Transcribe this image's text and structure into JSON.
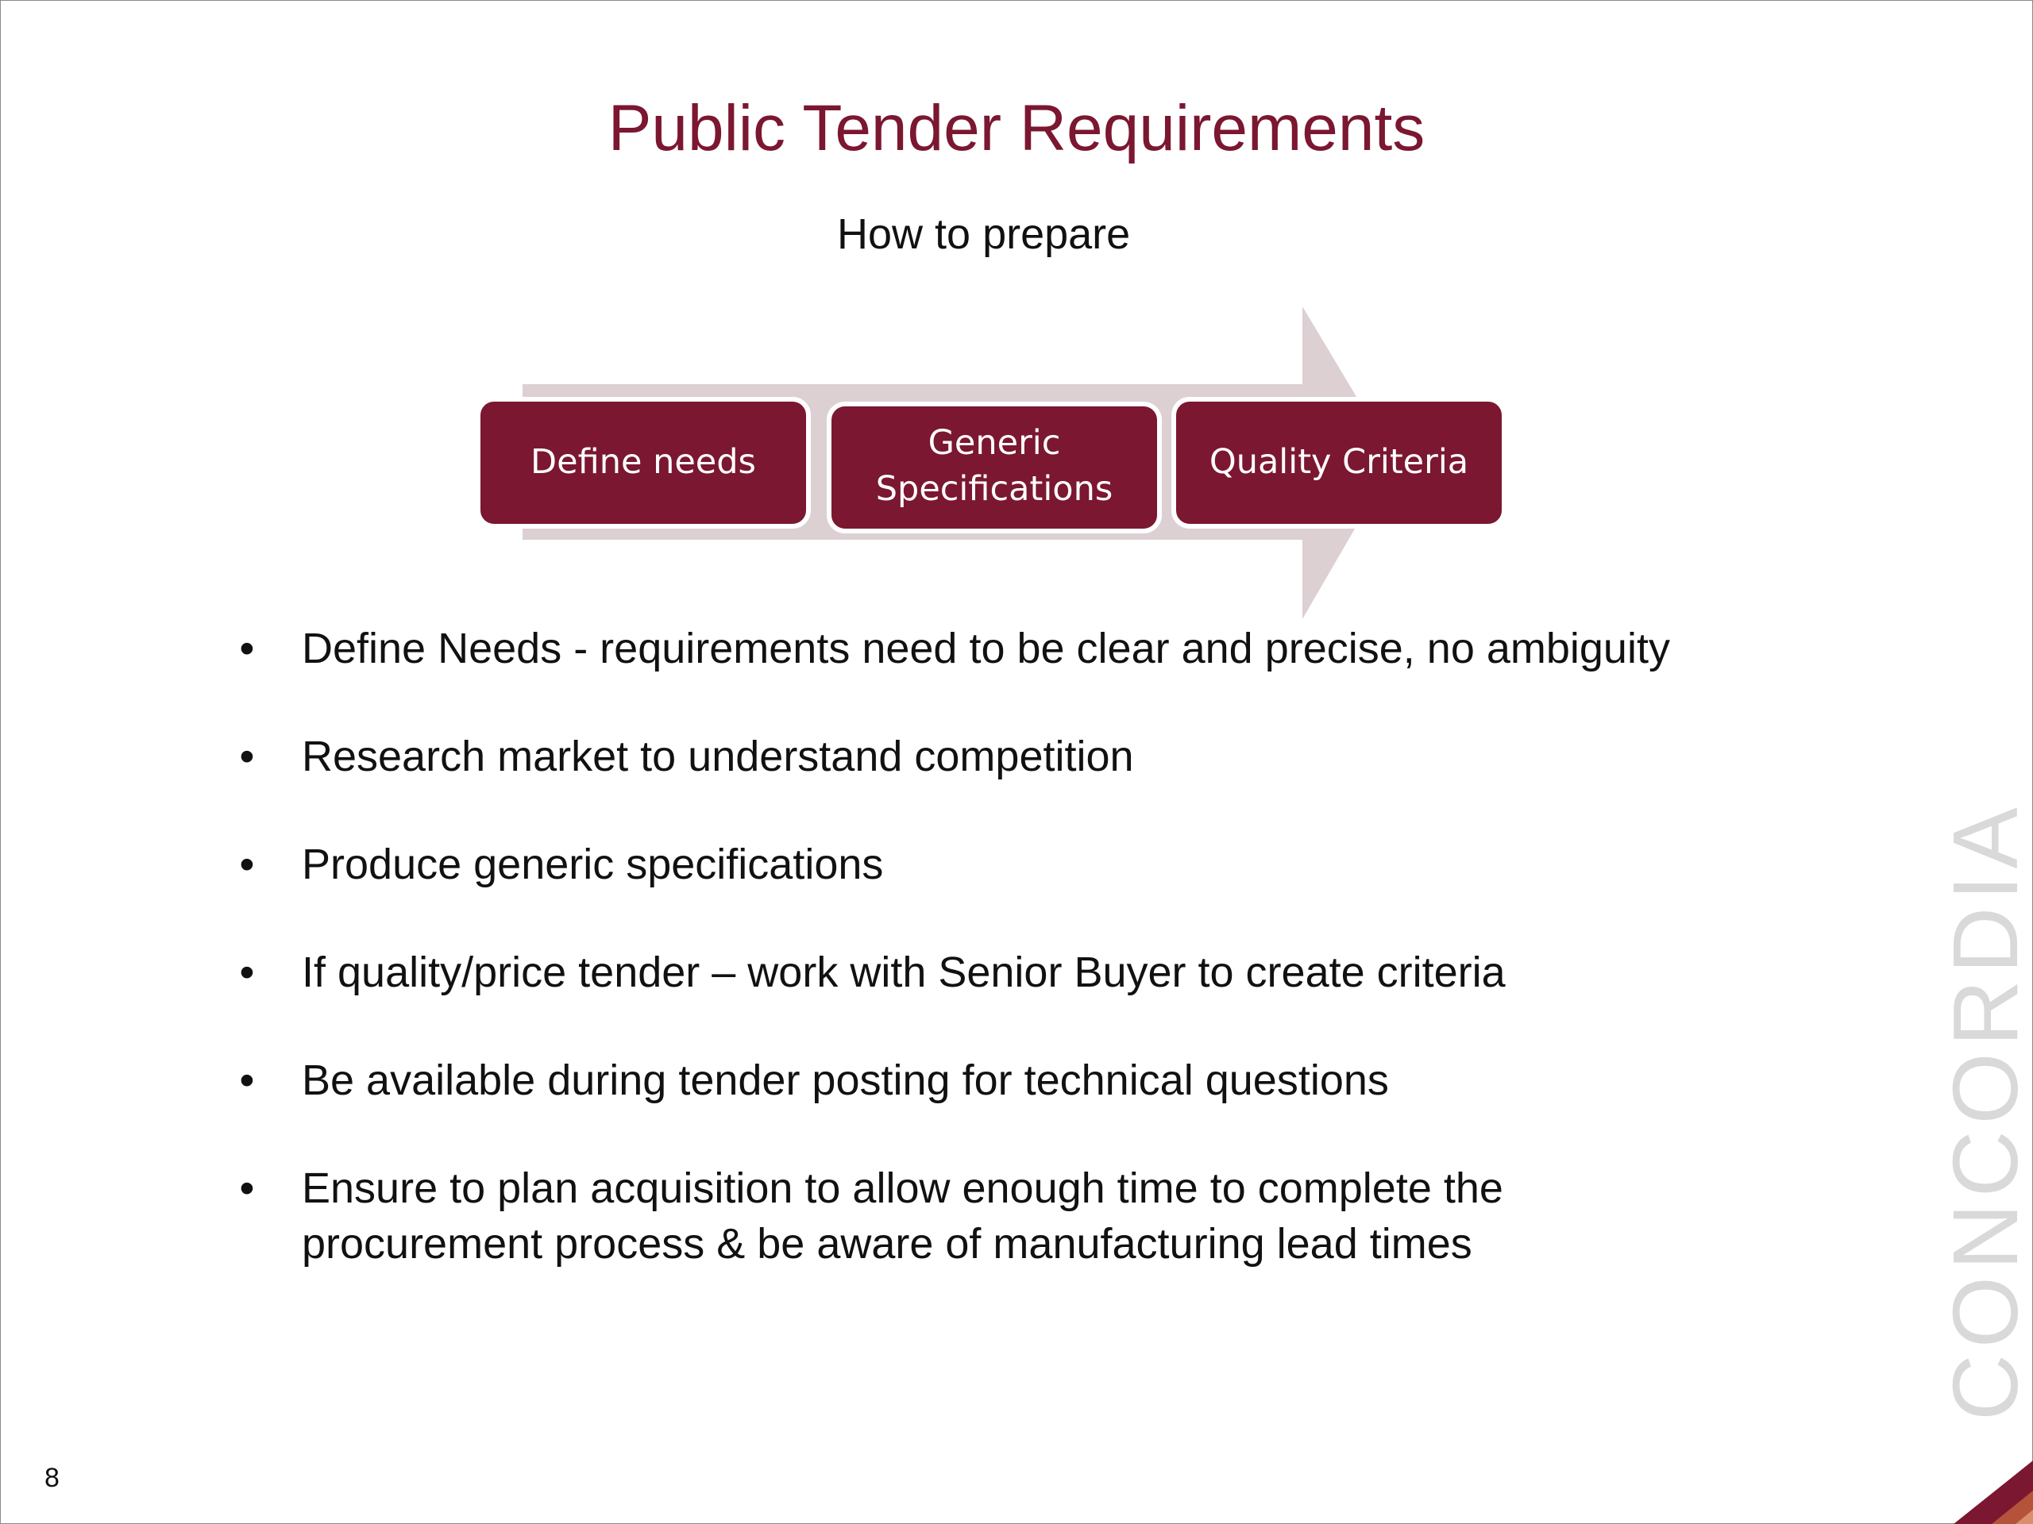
{
  "slide": {
    "title": "Public Tender Requirements",
    "subtitle": "How to prepare",
    "page_number": "8",
    "watermark": "CONCORDIA"
  },
  "process": {
    "steps": [
      {
        "lines": [
          "Define needs"
        ]
      },
      {
        "lines": [
          "Generic",
          "Specifications"
        ]
      },
      {
        "lines": [
          "Quality Criteria"
        ]
      }
    ]
  },
  "bullets": [
    {
      "marker": "•",
      "lines": [
        "Define Needs - requirements need to be clear and precise, no ambiguity"
      ]
    },
    {
      "marker": "•",
      "lines": [
        "Research market to understand competition"
      ]
    },
    {
      "marker": "•",
      "lines": [
        "Produce generic specifications"
      ]
    },
    {
      "marker": "•",
      "lines": [
        "If quality/price tender – work with Senior Buyer to create criteria"
      ]
    },
    {
      "marker": "•",
      "lines": [
        "Be available during tender posting for technical questions"
      ]
    },
    {
      "marker": "•",
      "lines": [
        "Ensure to plan acquisition to allow enough time to complete the",
        "procurement process & be aware of manufacturing lead times"
      ]
    }
  ],
  "colors": {
    "accent": "#7b1730",
    "arrow": "#dcd0d3",
    "watermark": "#d9d9d9",
    "text": "#111111"
  }
}
